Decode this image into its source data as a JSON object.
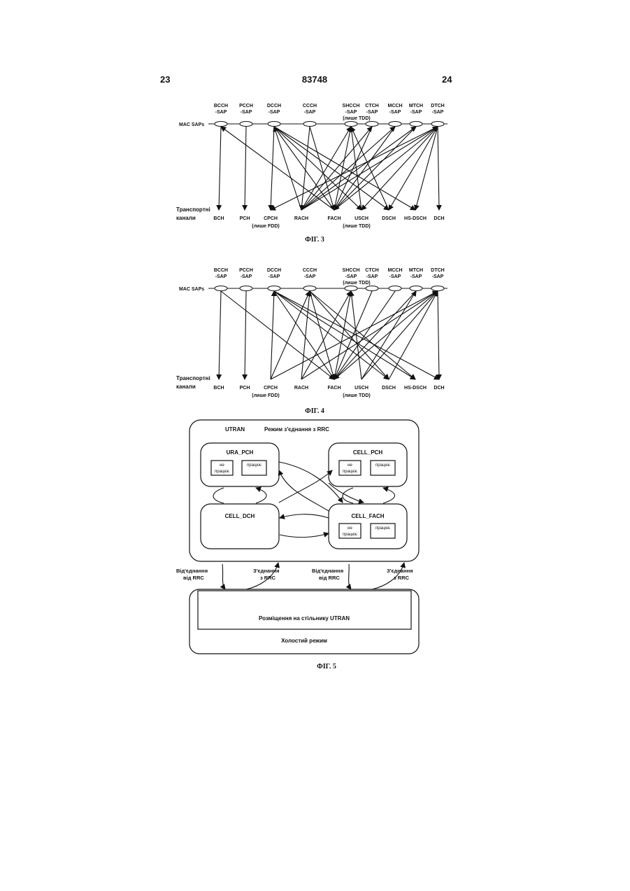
{
  "header": {
    "left": "23",
    "center": "83748",
    "right": "24"
  },
  "fig3": {
    "caption": "ФІГ. 3",
    "mac_label": "MAC SAPs",
    "transport_label": [
      "Транспортні",
      "канали"
    ],
    "saps": [
      {
        "l1": "BCCH",
        "l2": "-SAP",
        "l3": ""
      },
      {
        "l1": "PCCH",
        "l2": "-SAP",
        "l3": ""
      },
      {
        "l1": "DCCH",
        "l2": "-SAP",
        "l3": ""
      },
      {
        "l1": "CCCH",
        "l2": "-SAP",
        "l3": ""
      },
      {
        "l1": "SHCCH",
        "l2": "-SAP",
        "l3": "(лише TDD)"
      },
      {
        "l1": "CTCH",
        "l2": "-SAP",
        "l3": ""
      },
      {
        "l1": "MCCH",
        "l2": "-SAP",
        "l3": ""
      },
      {
        "l1": "MTCH",
        "l2": "-SAP",
        "l3": ""
      },
      {
        "l1": "DTCH",
        "l2": "-SAP",
        "l3": ""
      }
    ],
    "channels": [
      {
        "name": "BCH",
        "note": ""
      },
      {
        "name": "PCH",
        "note": ""
      },
      {
        "name": "CPCH",
        "note": "(лише FDD)"
      },
      {
        "name": "RACH",
        "note": ""
      },
      {
        "name": "FACH",
        "note": ""
      },
      {
        "name": "USCH",
        "note": "(лише TDD)"
      },
      {
        "name": "DSCH",
        "note": ""
      },
      {
        "name": "HS-DSCH",
        "note": ""
      },
      {
        "name": "DCH",
        "note": ""
      }
    ],
    "links_down": [
      [
        0,
        0
      ],
      [
        1,
        1
      ],
      [
        2,
        2
      ],
      [
        2,
        5
      ],
      [
        2,
        6
      ],
      [
        2,
        7
      ],
      [
        3,
        4
      ],
      [
        3,
        3
      ],
      [
        5,
        4
      ],
      [
        6,
        4
      ],
      [
        7,
        4
      ],
      [
        8,
        8
      ],
      [
        8,
        2
      ],
      [
        8,
        5
      ],
      [
        8,
        6
      ],
      [
        8,
        7
      ]
    ],
    "links_up": [
      [
        0,
        4
      ],
      [
        2,
        3
      ],
      [
        4,
        4
      ],
      [
        4,
        5
      ],
      [
        4,
        6
      ],
      [
        6,
        3
      ],
      [
        7,
        3
      ],
      [
        8,
        3
      ],
      [
        2,
        4
      ],
      [
        8,
        4
      ],
      [
        4,
        3
      ],
      [
        5,
        3
      ]
    ]
  },
  "fig4": {
    "caption": "ФІГ. 4",
    "mac_label": "MAC SAPs",
    "transport_label": [
      "Транспортні",
      "канали"
    ],
    "saps": [
      {
        "l1": "BCCH",
        "l2": "-SAP",
        "l3": ""
      },
      {
        "l1": "PCCH",
        "l2": "-SAP",
        "l3": ""
      },
      {
        "l1": "DCCH",
        "l2": "-SAP",
        "l3": ""
      },
      {
        "l1": "CCCH",
        "l2": "-SAP",
        "l3": ""
      },
      {
        "l1": "SHCCH",
        "l2": "-SAP",
        "l3": "(лише TDD)"
      },
      {
        "l1": "CTCH",
        "l2": "-SAP",
        "l3": ""
      },
      {
        "l1": "MCCH",
        "l2": "-SAP",
        "l3": ""
      },
      {
        "l1": "MTCH",
        "l2": "-SAP",
        "l3": ""
      },
      {
        "l1": "DTCH",
        "l2": "-SAP",
        "l3": ""
      }
    ],
    "channels": [
      {
        "name": "BCH",
        "note": ""
      },
      {
        "name": "PCH",
        "note": ""
      },
      {
        "name": "CPCH",
        "note": "(лише FDD)"
      },
      {
        "name": "RACH",
        "note": ""
      },
      {
        "name": "FACH",
        "note": ""
      },
      {
        "name": "USCH",
        "note": "(лише TDD)"
      },
      {
        "name": "DSCH",
        "note": ""
      },
      {
        "name": "HS-DSCH",
        "note": ""
      },
      {
        "name": "DCH",
        "note": ""
      }
    ],
    "links_down": [
      [
        0,
        0
      ],
      [
        0,
        4
      ],
      [
        1,
        1
      ],
      [
        2,
        4
      ],
      [
        2,
        6
      ],
      [
        2,
        7
      ],
      [
        2,
        8
      ],
      [
        3,
        4
      ],
      [
        3,
        6
      ],
      [
        3,
        7
      ],
      [
        5,
        4
      ],
      [
        6,
        4
      ],
      [
        7,
        4
      ],
      [
        8,
        8
      ]
    ],
    "links_up": [
      [
        2,
        2
      ],
      [
        3,
        2
      ],
      [
        4,
        4
      ],
      [
        4,
        5
      ],
      [
        3,
        3
      ],
      [
        8,
        2
      ],
      [
        8,
        3
      ],
      [
        8,
        4
      ],
      [
        8,
        5
      ],
      [
        8,
        6
      ],
      [
        7,
        5
      ],
      [
        4,
        3
      ]
    ]
  },
  "fig5": {
    "caption": "ФІГ. 5",
    "utran_label": "UTRAN",
    "rrc_mode_label": "Режим з'єднання з RRC",
    "states": {
      "ura_pch": {
        "title": "URA_PCH",
        "inactive": [
          "не",
          "працює"
        ],
        "active": "працює"
      },
      "cell_pch": {
        "title": "CELL_PCH",
        "inactive": [
          "не",
          "працює"
        ],
        "active": "працює"
      },
      "cell_dch": {
        "title": "CELL_DCH"
      },
      "cell_fach": {
        "title": "CELL_FACH",
        "inactive": [
          "не",
          "працює"
        ],
        "active": "працює"
      }
    },
    "transitions": [
      {
        "l1": "Від'єднання",
        "l2": "від RRC"
      },
      {
        "l1": "З'єднання",
        "l2": "з RRC"
      },
      {
        "l1": "Від'єднання",
        "l2": "від RRC"
      },
      {
        "l1": "З'єднання",
        "l2": "з RRC"
      }
    ],
    "camping_label": "Розміщення на стільнику UTRAN",
    "idle_label": "Холостий режим"
  }
}
